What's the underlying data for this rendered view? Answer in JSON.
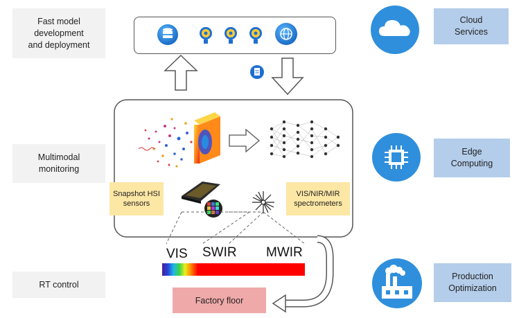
{
  "left_labels": {
    "fast_model": "Fast model\ndevelopment\nand deployment",
    "multimodal": "Multimodal\nmonitoring",
    "rt_control": "RT control"
  },
  "right_labels": {
    "cloud": "Cloud\nServices",
    "edge": "Edge\nComputing",
    "production": "Production\nOptimization"
  },
  "sensors": {
    "hsi": "Snapshot HSI\nsensors",
    "spectrometers": "VIS/NIR/MIR\nspectrometers"
  },
  "spectrum": {
    "vis": "VIS",
    "swir": "SWIR",
    "mwir": "MWIR"
  },
  "factory_floor": "Factory floor",
  "colors": {
    "cloud_blue": "#2f8fdc",
    "label_blue": "#b4cdea",
    "label_gray": "#f2f2f2",
    "sensor_yellow": "#fde7a5",
    "factory_pink": "#f0a9a9",
    "spectrum_red": "#ff0000"
  },
  "icons": [
    "database-icon",
    "gear-icon",
    "globe-icon",
    "document-icon",
    "cloud-icon",
    "chip-icon",
    "factory-icon",
    "neural-network-icon",
    "laser-icon"
  ]
}
